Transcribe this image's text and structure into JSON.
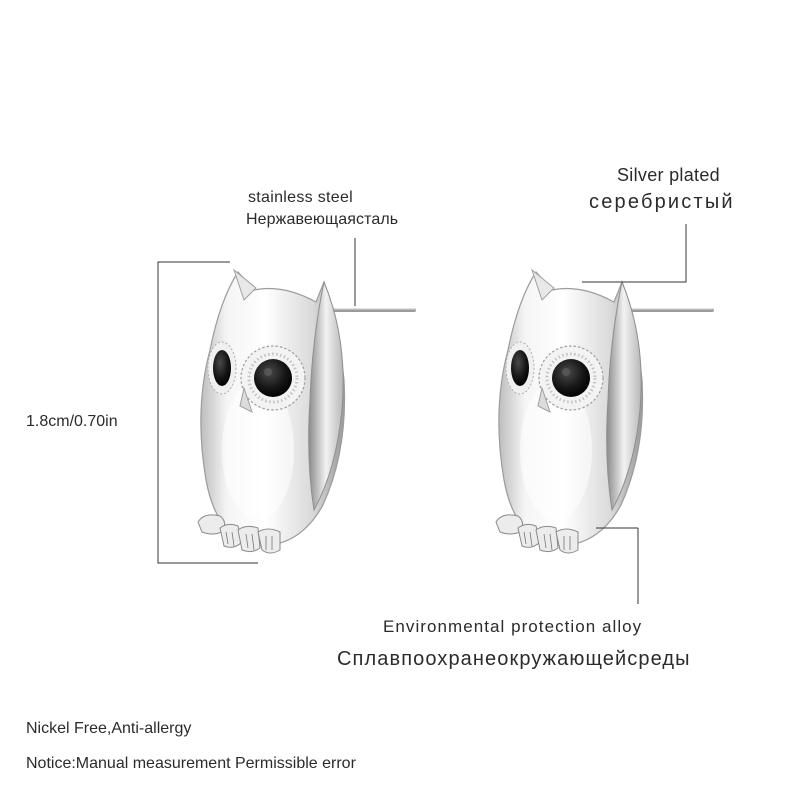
{
  "labels": {
    "stainless_en": "stainless steel",
    "stainless_ru": "Нержавеющаясталь",
    "silver_en": "Silver plated",
    "silver_ru": "серебристый",
    "size": "1.8cm/0.70in",
    "alloy_en": "Environmental protection alloy",
    "alloy_ru": "Сплавпоохранеокружающейсреды",
    "nickel": "Nickel Free,Anti-allergy",
    "notice": "Notice:Manual measurement Permissible error"
  },
  "colors": {
    "text": "#2b2b2b",
    "line": "#333333",
    "silver_light": "#f7f7f7",
    "silver_mid": "#d4d4d4",
    "silver_dark": "#8c8c8c",
    "crystal": "#111111"
  }
}
